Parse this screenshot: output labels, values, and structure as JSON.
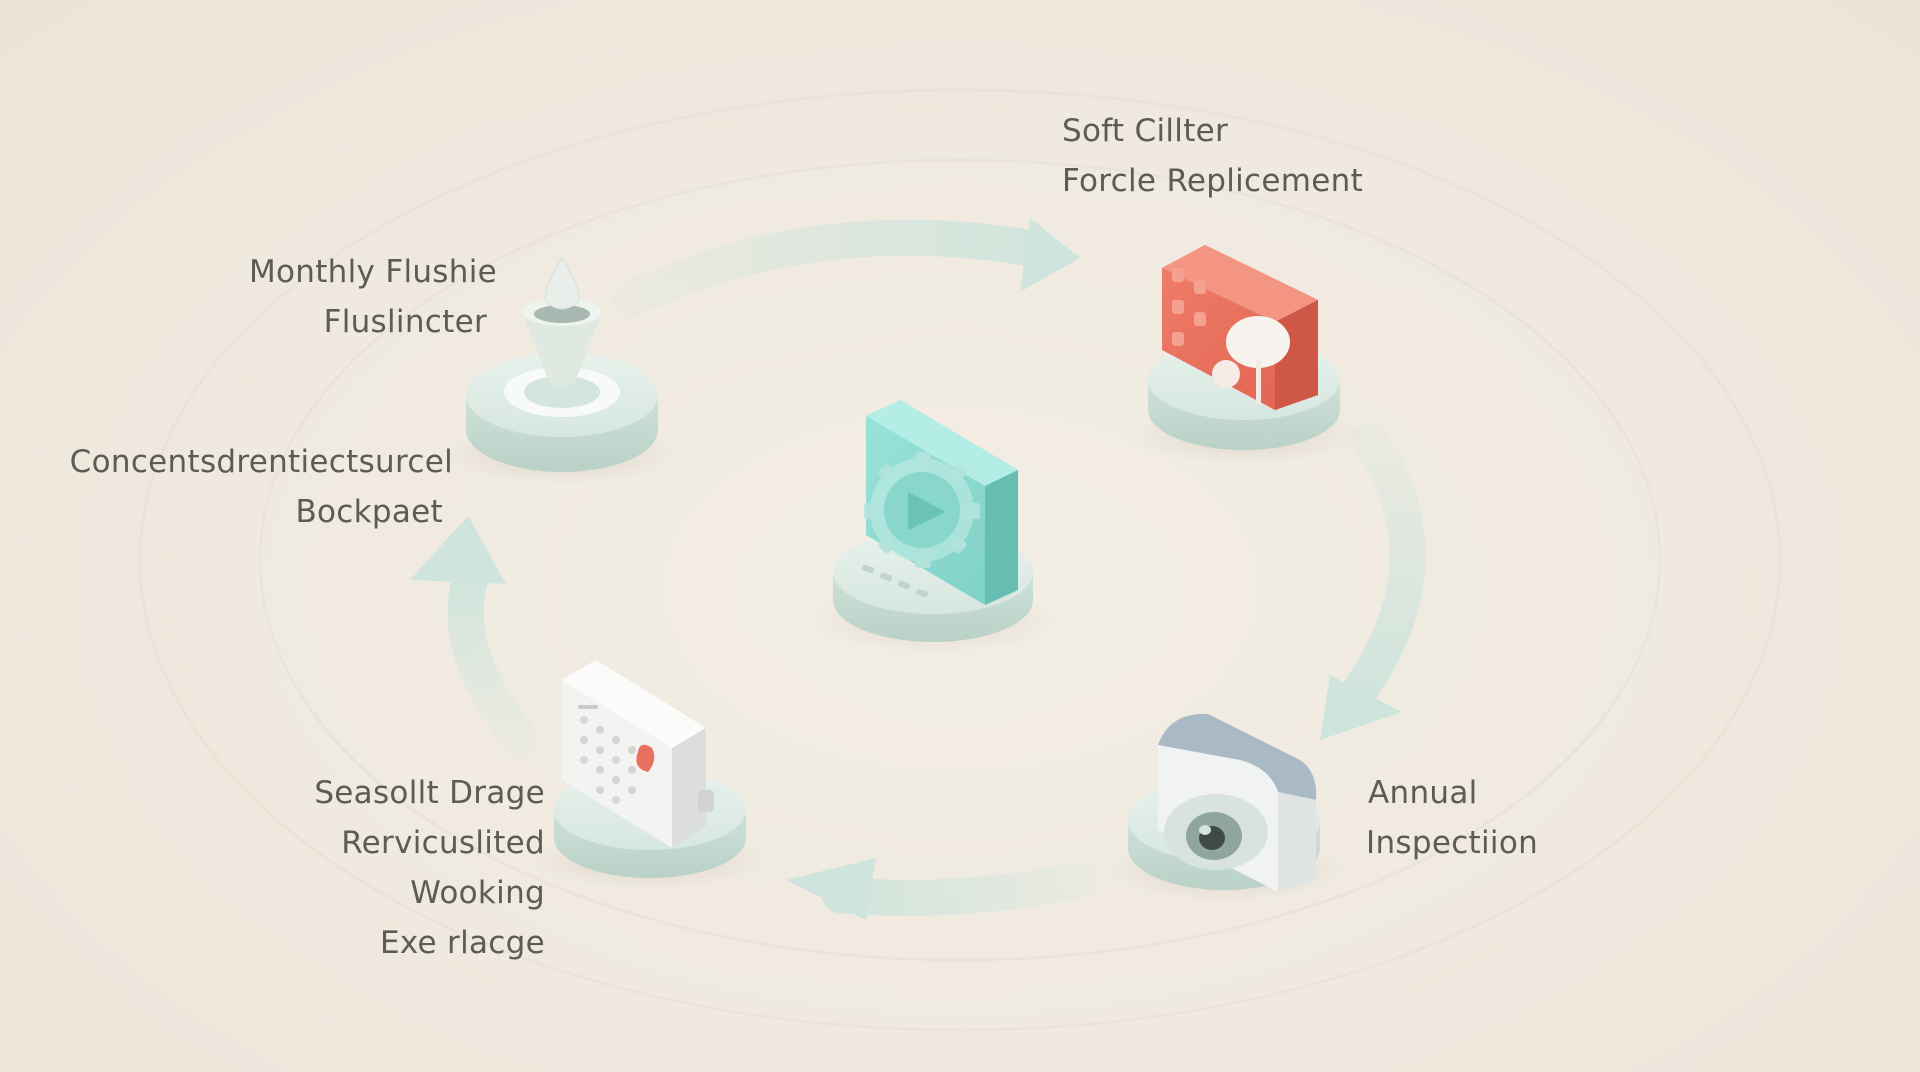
{
  "nodes": {
    "top_left": {
      "icon": "water-drop-funnel-icon",
      "lines": [
        "Monthly Flushie",
        "Fluslincter"
      ]
    },
    "left": {
      "lines": [
        "Concentsdrentiectsurcel",
        "Bockpaet"
      ]
    },
    "top_right": {
      "icon": "filter-cartridge-icon",
      "lines": [
        "Soft  Cillter",
        "Forcle Replicement"
      ]
    },
    "center": {
      "icon": "gear-play-icon"
    },
    "bottom_left": {
      "icon": "calendar-icon",
      "lines": [
        "Seasollt Drage",
        "Rervicuslited",
        "Wooking",
        "Exe rlacge"
      ]
    },
    "bottom_right": {
      "icon": "inspection-camera-icon",
      "lines": [
        "Annual",
        "Inspectiion"
      ]
    }
  },
  "colors": {
    "background": "#efe9df",
    "arrow": "#cfe4dc",
    "teal": "#8fd9d0",
    "coral": "#e9705d",
    "platform": "#d9e8e1",
    "text": "#5f5a54"
  }
}
